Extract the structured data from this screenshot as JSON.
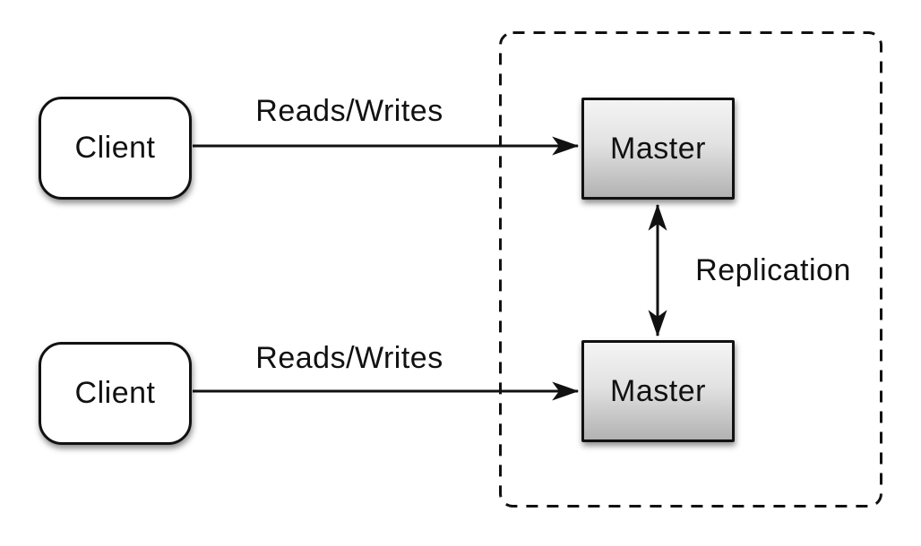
{
  "diagram": {
    "type": "architecture-diagram",
    "topic": "master-master-replication",
    "nodes": {
      "client_top": {
        "label": "Client",
        "shape": "rounded-rect",
        "fill": "#ffffff"
      },
      "client_bottom": {
        "label": "Client",
        "shape": "rounded-rect",
        "fill": "#ffffff"
      },
      "master_top": {
        "label": "Master",
        "shape": "rect",
        "fill_gradient": [
          "#f4f4f4",
          "#b2b2b2"
        ]
      },
      "master_bottom": {
        "label": "Master",
        "shape": "rect",
        "fill_gradient": [
          "#f4f4f4",
          "#b2b2b2"
        ]
      }
    },
    "edges": {
      "reads_writes_top": {
        "label": "Reads/Writes",
        "from": "client_top",
        "to": "master_top",
        "arrow": "single"
      },
      "reads_writes_bottom": {
        "label": "Reads/Writes",
        "from": "client_bottom",
        "to": "master_bottom",
        "arrow": "single"
      },
      "replication": {
        "label": "Replication",
        "from": "master_top",
        "to": "master_bottom",
        "arrow": "double"
      }
    },
    "groups": {
      "replication_cluster": {
        "style": "dashed-border",
        "contains": [
          "master_top",
          "master_bottom"
        ]
      }
    },
    "colors": {
      "background": "#ffffff",
      "stroke": "#111111",
      "text": "#111111"
    }
  }
}
